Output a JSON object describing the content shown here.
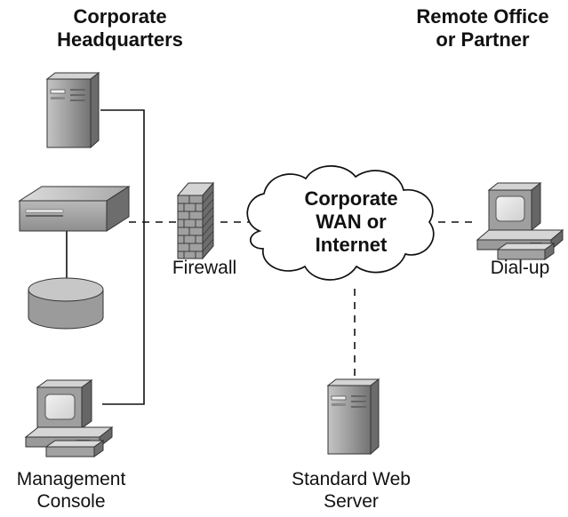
{
  "labels": {
    "headquarters": "Corporate\nHeadquarters",
    "remote": "Remote Office\nor Partner",
    "firewall": "Firewall",
    "cloud": "Corporate\nWAN or\nInternet",
    "dialup": "Dial-up",
    "management_console": "Management\nConsole",
    "web_server": "Standard Web\nServer"
  },
  "icons": {
    "hq_server": "tower-server-icon",
    "hq_router": "rack-device-icon",
    "hq_database": "database-icon",
    "hq_console": "workstation-icon",
    "firewall": "brick-firewall-icon",
    "cloud": "cloud-icon",
    "dialup_pc": "workstation-icon",
    "web_server": "tower-server-icon"
  },
  "colors": {
    "device_body": "#9a9a9a",
    "device_light": "#d9d9d9",
    "device_dark": "#4f4f4f",
    "line": "#111111",
    "cloud_fill": "#ffffff"
  }
}
